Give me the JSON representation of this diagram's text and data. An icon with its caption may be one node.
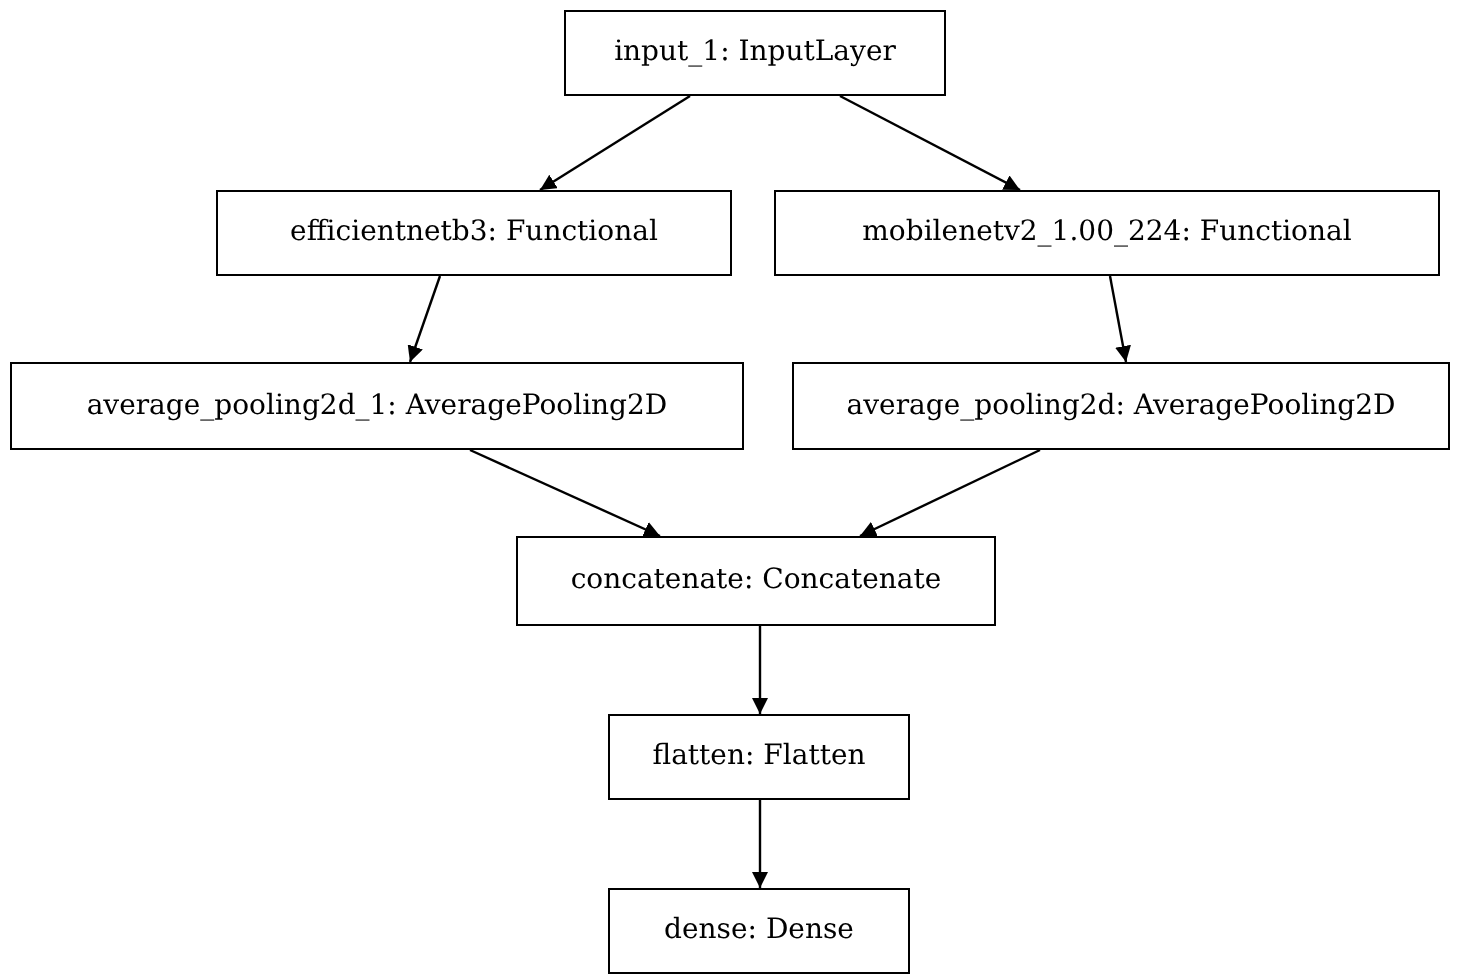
{
  "diagram": {
    "nodes": [
      {
        "text": [
          "input_1: InputLayer"
        ]
      },
      {
        "text": [
          "efficientnetb3: Functional"
        ]
      },
      {
        "text": [
          "mobilenetv2_1.00_224: Functional"
        ]
      },
      {
        "text": [
          "average_pooling2d_1: AveragePooling2D"
        ]
      },
      {
        "text": [
          "average_pooling2d: AveragePooling2D"
        ]
      },
      {
        "text": [
          "concatenate: Concatenate"
        ]
      },
      {
        "text": [
          "flatten: Flatten"
        ]
      },
      {
        "text": [
          "dense: Dense"
        ]
      }
    ],
    "edges": [
      {
        "from": 0,
        "to": 1,
        "arrow": "to"
      },
      {
        "from": 0,
        "to": 2,
        "arrow": "to"
      },
      {
        "from": 1,
        "to": 3,
        "arrow": "to"
      },
      {
        "from": 2,
        "to": 4,
        "arrow": "to"
      },
      {
        "from": 3,
        "to": 5,
        "arrow": "to"
      },
      {
        "from": 4,
        "to": 5,
        "arrow": "to"
      },
      {
        "from": 5,
        "to": 6,
        "arrow": "to"
      },
      {
        "from": 6,
        "to": 7,
        "arrow": "to"
      }
    ]
  }
}
